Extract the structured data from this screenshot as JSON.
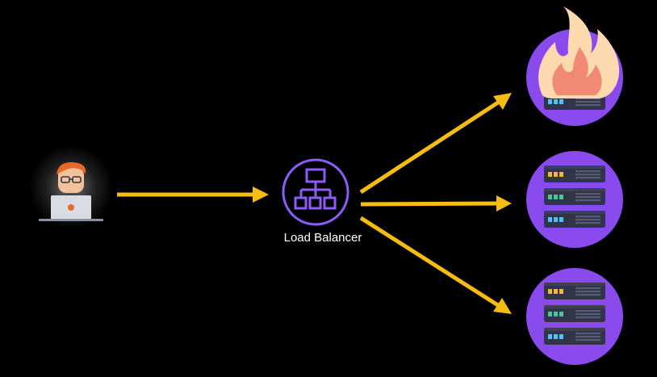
{
  "load_balancer": {
    "label": "Load Balancer"
  },
  "colors": {
    "background": "#000000",
    "arrow": "#f5bd12",
    "lb_accent": "#8b5cf6",
    "server_circle": "#8a4bee",
    "server_body": "#32354a",
    "light_yellow": "#f4b73a",
    "light_green": "#44c79a",
    "light_blue": "#4fc3f7",
    "fire_outer": "#fdd9b0",
    "fire_inner": "#f08a74"
  },
  "icons": {
    "user": "user-at-laptop-icon",
    "load_balancer": "load-balancer-hierarchy-icon",
    "server": "server-rack-icon",
    "fire": "fire-icon"
  },
  "servers": [
    {
      "name": "server-overloaded",
      "on_fire": true
    },
    {
      "name": "server-middle",
      "on_fire": false
    },
    {
      "name": "server-bottom",
      "on_fire": false
    }
  ]
}
